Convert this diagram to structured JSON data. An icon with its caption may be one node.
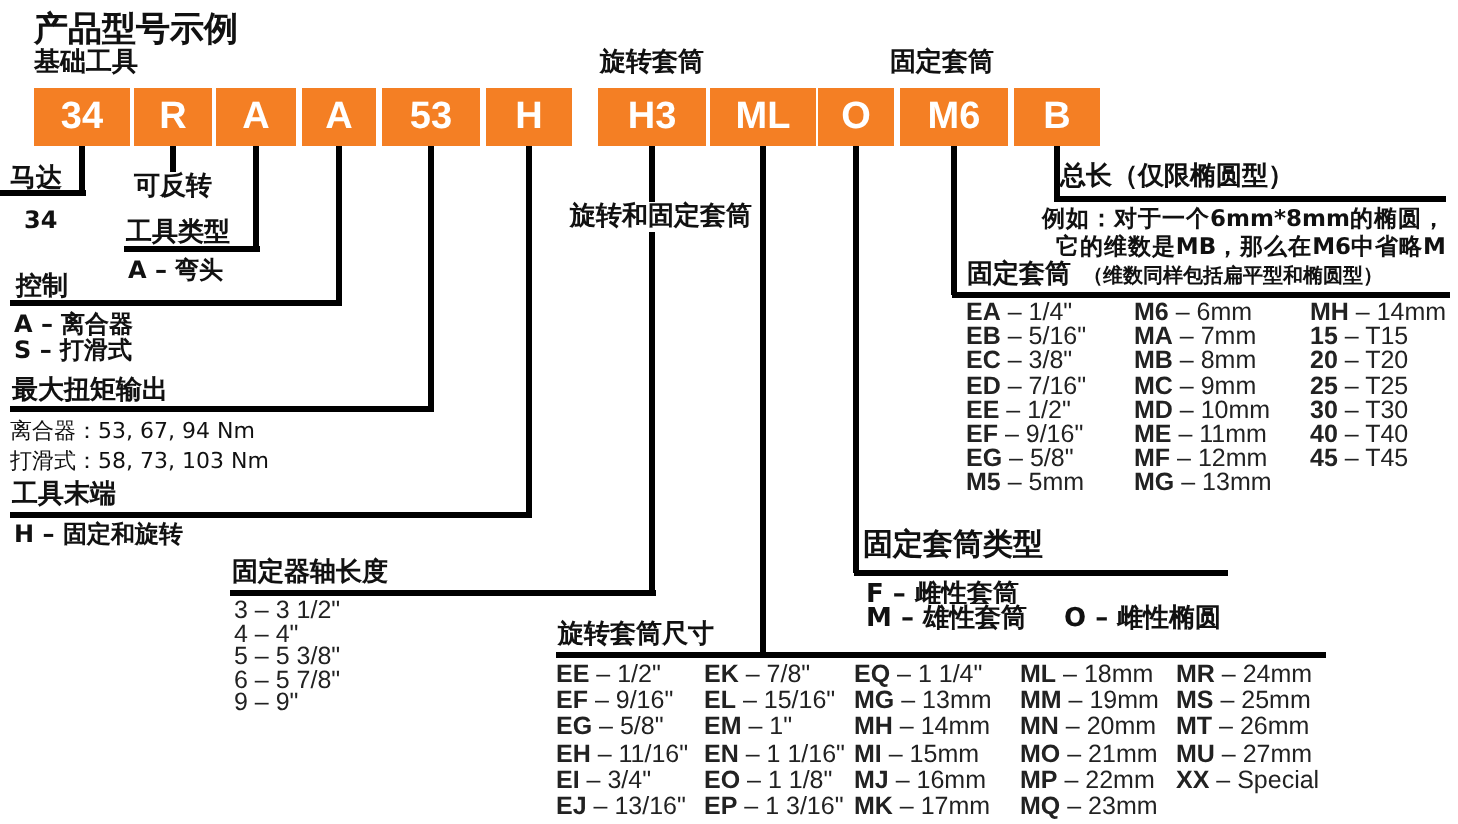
{
  "diagram": {
    "title": "产品型号示例",
    "nodes": [
      {
        "text": [
          "34"
        ]
      },
      {
        "text": [
          "R"
        ]
      },
      {
        "text": [
          "A"
        ]
      },
      {
        "text": [
          "A"
        ]
      },
      {
        "text": [
          "53"
        ]
      },
      {
        "text": [
          "H"
        ]
      },
      {
        "text": [
          "H3"
        ]
      },
      {
        "text": [
          "ML"
        ]
      },
      {
        "text": [
          "O"
        ]
      },
      {
        "text": [
          "M6"
        ]
      },
      {
        "text": [
          "B"
        ]
      },
      {
        "text": [
          "总长（仅限椭圆型）"
        ],
        "beside": [
          "例如：对于一个6mm*8mm的椭圆，它的维数是MB，那么在M6中省略M"
        ]
      },
      {
        "text": [
          "固定套筒",
          "（维数同样包括扁平型和椭圆型）"
        ],
        "beside": [
          "**EA** – 1/4\"",
          "**M6** – 6mm",
          "**MH** – 14mm",
          "**EB** – 5/16\"",
          "**MA** – 7mm",
          "**15** – T15",
          "**EC** – 3/8\"",
          "**MB** – 8mm",
          "**20** – T20",
          "**ED** – 7/16\"",
          "**MC** – 9mm",
          "**25** – T25",
          "**EE** – 1/2\"",
          "**MD** – 10mm",
          "**30** – T30",
          "**EF** – 9/16\"",
          "**ME** – 11mm",
          "**40** – T40",
          "**EG** – 5/8\"",
          "**MF** – 12mm",
          "**45** – T45",
          "**M5** – 5mm",
          "**MG** – 13mm"
        ]
      },
      {
        "text": [
          "马达"
        ],
        "beside": [
          "34"
        ]
      },
      {
        "text": [
          "可反转"
        ]
      },
      {
        "text": [
          "工具类型"
        ],
        "beside": [
          "A – 弯头"
        ]
      },
      {
        "text": [
          "控制"
        ],
        "beside": [
          "A – 离合器",
          "S – 打滑式"
        ]
      },
      {
        "text": [
          "最大扭矩输出"
        ],
        "beside": [
          "离合器：53, 67, 94 Nm",
          "打滑式：58, 73, 103 Nm"
        ]
      },
      {
        "text": [
          "工具末端"
        ],
        "beside": [
          "H – 固定和旋转"
        ]
      },
      {
        "text": [
          "固定套筒类型"
        ]
      },
      {
        "text": [
          "固定器轴长度"
        ],
        "beside": [
          "3 – 3 1/2\"",
          "4 – 4\"",
          "5 – 5 3/8\"",
          "6 – 5 7/8\"",
          "9 – 9\""
        ]
      },
      {
        "text": [
          "旋转套筒尺寸"
        ],
        "beside": [
          "**EE** – 1/2\"",
          "**EK** – 7/8\"",
          "**EQ** – 1 1/4\"",
          "**ML** – 18mm",
          "**MR** – 24mm",
          "**EF** – 9/16\"",
          "**EL** – 15/16\"",
          "**MG** – 13mm",
          "**MM** – 19mm",
          "**MS** – 25mm",
          "**EG** – 5/8\"",
          "**EM** – 1\"",
          "**MH** – 14mm",
          "**MN** – 20mm",
          "**MT** – 26mm",
          "**EH** – 11/16\"",
          "**EN** – 1 1/16\"",
          "**MI** – 15mm",
          "**MO** – 21mm",
          "**MU** – 27mm",
          "**EI** – 3/4\"",
          "**EO** – 1 1/8\"",
          "**MJ** – 16mm",
          "**MP** – 22mm",
          "**XX** – Special",
          "**EJ** – 13/16\"",
          "**EP** – 1 3/16\"",
          "**MK** – 17mm",
          "**MQ** – 23mm"
        ]
      }
    ],
    "edges": [
      {
        "from": 0,
        "to": 13,
        "arrow": "none"
      },
      {
        "from": 1,
        "to": 14,
        "arrow": "none"
      },
      {
        "from": 2,
        "to": 15,
        "arrow": "none"
      },
      {
        "from": 3,
        "to": 16,
        "arrow": "none"
      },
      {
        "from": 4,
        "to": 17,
        "arrow": "none"
      },
      {
        "from": 5,
        "to": 18,
        "arrow": "none"
      },
      {
        "from": 6,
        "to": 20,
        "arrow": "none"
      },
      {
        "from": 7,
        "to": 21,
        "arrow": "none"
      },
      {
        "from": 8,
        "to": 19,
        "arrow": "none"
      },
      {
        "from": 9,
        "to": 12,
        "arrow": "none"
      },
      {
        "from": 10,
        "to": 11,
        "arrow": "none"
      }
    ],
    "labels": [
      "基础工具",
      "旋转套筒",
      "固定套筒",
      "旋转和固定套筒",
      "F – 雌性套筒",
      "M – 雄性套筒",
      "O – 雌性椭圆"
    ]
  }
}
